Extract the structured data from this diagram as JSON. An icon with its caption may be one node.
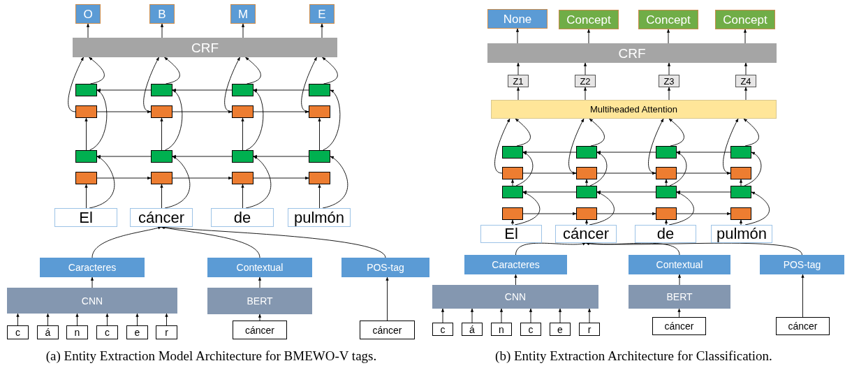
{
  "diagram": {
    "nodes": [
      {
        "text": [
          "O"
        ]
      },
      {
        "text": [
          "B"
        ]
      },
      {
        "text": [
          "M"
        ]
      },
      {
        "text": [
          "E"
        ]
      },
      {
        "text": [
          "CRF"
        ]
      },
      {
        "text": [],
        "shape": "box"
      },
      {
        "text": [],
        "shape": "box"
      },
      {
        "text": [],
        "shape": "box"
      },
      {
        "text": [],
        "shape": "box"
      },
      {
        "text": [],
        "shape": "box"
      },
      {
        "text": [],
        "shape": "box"
      },
      {
        "text": [],
        "shape": "box"
      },
      {
        "text": [],
        "shape": "box"
      },
      {
        "text": [],
        "shape": "box"
      },
      {
        "text": [],
        "shape": "box"
      },
      {
        "text": [],
        "shape": "box"
      },
      {
        "text": [],
        "shape": "box"
      },
      {
        "text": [],
        "shape": "box"
      },
      {
        "text": [],
        "shape": "box"
      },
      {
        "text": [],
        "shape": "box"
      },
      {
        "text": [],
        "shape": "box"
      },
      {
        "text": [
          "El"
        ]
      },
      {
        "text": [
          "cáncer"
        ]
      },
      {
        "text": [
          "de"
        ]
      },
      {
        "text": [
          "pulmón"
        ]
      },
      {
        "text": [
          "Caracteres"
        ]
      },
      {
        "text": [
          "Contextual"
        ]
      },
      {
        "text": [
          "POS-tag"
        ]
      },
      {
        "text": [
          "CNN"
        ]
      },
      {
        "text": [
          "BERT"
        ]
      },
      {
        "text": [
          "c"
        ]
      },
      {
        "text": [
          "á"
        ]
      },
      {
        "text": [
          "n"
        ]
      },
      {
        "text": [
          "c"
        ]
      },
      {
        "text": [
          "e"
        ]
      },
      {
        "text": [
          "r"
        ]
      },
      {
        "text": [
          "cáncer"
        ]
      },
      {
        "text": [
          "cáncer"
        ]
      },
      {
        "text": [
          "None"
        ]
      },
      {
        "text": [
          "Concept"
        ]
      },
      {
        "text": [
          "Concept"
        ]
      },
      {
        "text": [
          "Concept"
        ]
      },
      {
        "text": [
          "CRF"
        ]
      },
      {
        "text": [
          "Z1"
        ]
      },
      {
        "text": [
          "Z2"
        ]
      },
      {
        "text": [
          "Z3"
        ]
      },
      {
        "text": [
          "Z4"
        ]
      },
      {
        "text": [
          "Multiheaded Attention"
        ]
      },
      {
        "text": [],
        "shape": "box"
      },
      {
        "text": [],
        "shape": "box"
      },
      {
        "text": [],
        "shape": "box"
      },
      {
        "text": [],
        "shape": "box"
      },
      {
        "text": [],
        "shape": "box"
      },
      {
        "text": [],
        "shape": "box"
      },
      {
        "text": [],
        "shape": "box"
      },
      {
        "text": [],
        "shape": "box"
      },
      {
        "text": [],
        "shape": "box"
      },
      {
        "text": [],
        "shape": "box"
      },
      {
        "text": [],
        "shape": "box"
      },
      {
        "text": [],
        "shape": "box"
      },
      {
        "text": [],
        "shape": "box"
      },
      {
        "text": [],
        "shape": "box"
      },
      {
        "text": [],
        "shape": "box"
      },
      {
        "text": [],
        "shape": "box"
      },
      {
        "text": [
          "El"
        ]
      },
      {
        "text": [
          "cáncer"
        ]
      },
      {
        "text": [
          "de"
        ]
      },
      {
        "text": [
          "pulmón"
        ]
      },
      {
        "text": [
          "Caracteres"
        ]
      },
      {
        "text": [
          "Contextual"
        ]
      },
      {
        "text": [
          "POS-tag"
        ]
      },
      {
        "text": [
          "CNN"
        ]
      },
      {
        "text": [
          "BERT"
        ]
      },
      {
        "text": [
          "c"
        ]
      },
      {
        "text": [
          "á"
        ]
      },
      {
        "text": [
          "n"
        ]
      },
      {
        "text": [
          "c"
        ]
      },
      {
        "text": [
          "e"
        ]
      },
      {
        "text": [
          "r"
        ]
      },
      {
        "text": [
          "cáncer"
        ]
      },
      {
        "text": [
          "cáncer"
        ]
      }
    ],
    "edges": [
      {
        "from": 4,
        "to": 0,
        "arrow": "to"
      },
      {
        "from": 4,
        "to": 1,
        "arrow": "to"
      },
      {
        "from": 4,
        "to": 2,
        "arrow": "to"
      },
      {
        "from": 4,
        "to": 3,
        "arrow": "to"
      },
      {
        "from": 21,
        "to": 17,
        "arrow": "to"
      },
      {
        "from": 21,
        "to": 13,
        "arrow": "to"
      },
      {
        "from": 13,
        "to": 9,
        "arrow": "to"
      },
      {
        "from": 13,
        "to": 5,
        "arrow": "to"
      },
      {
        "from": 9,
        "to": 4,
        "arrow": "to"
      },
      {
        "from": 5,
        "to": 4,
        "arrow": "to"
      },
      {
        "from": 22,
        "to": 18,
        "arrow": "to"
      },
      {
        "from": 22,
        "to": 14,
        "arrow": "to"
      },
      {
        "from": 14,
        "to": 10,
        "arrow": "to"
      },
      {
        "from": 14,
        "to": 6,
        "arrow": "to"
      },
      {
        "from": 10,
        "to": 4,
        "arrow": "to"
      },
      {
        "from": 6,
        "to": 4,
        "arrow": "to"
      },
      {
        "from": 23,
        "to": 19,
        "arrow": "to"
      },
      {
        "from": 23,
        "to": 15,
        "arrow": "to"
      },
      {
        "from": 15,
        "to": 11,
        "arrow": "to"
      },
      {
        "from": 15,
        "to": 7,
        "arrow": "to"
      },
      {
        "from": 11,
        "to": 4,
        "arrow": "to"
      },
      {
        "from": 7,
        "to": 4,
        "arrow": "to"
      },
      {
        "from": 24,
        "to": 20,
        "arrow": "to"
      },
      {
        "from": 24,
        "to": 16,
        "arrow": "to"
      },
      {
        "from": 16,
        "to": 12,
        "arrow": "to"
      },
      {
        "from": 16,
        "to": 8,
        "arrow": "to"
      },
      {
        "from": 12,
        "to": 4,
        "arrow": "to"
      },
      {
        "from": 8,
        "to": 4,
        "arrow": "to"
      },
      {
        "from": 17,
        "to": 18,
        "arrow": "to"
      },
      {
        "from": 18,
        "to": 19,
        "arrow": "to"
      },
      {
        "from": 19,
        "to": 20,
        "arrow": "to"
      },
      {
        "from": 16,
        "to": 15,
        "arrow": "to"
      },
      {
        "from": 15,
        "to": 14,
        "arrow": "to"
      },
      {
        "from": 14,
        "to": 13,
        "arrow": "to"
      },
      {
        "from": 9,
        "to": 10,
        "arrow": "to"
      },
      {
        "from": 10,
        "to": 11,
        "arrow": "to"
      },
      {
        "from": 11,
        "to": 12,
        "arrow": "to"
      },
      {
        "from": 8,
        "to": 7,
        "arrow": "to"
      },
      {
        "from": 7,
        "to": 6,
        "arrow": "to"
      },
      {
        "from": 6,
        "to": 5,
        "arrow": "to"
      },
      {
        "from": 25,
        "to": 22,
        "arrow": "to"
      },
      {
        "from": 26,
        "to": 22,
        "arrow": "to"
      },
      {
        "from": 27,
        "to": 22,
        "arrow": "to"
      },
      {
        "from": 28,
        "to": 25,
        "arrow": "to"
      },
      {
        "from": 29,
        "to": 26,
        "arrow": "to"
      },
      {
        "from": 37,
        "to": 27,
        "arrow": "to"
      },
      {
        "from": 30,
        "to": 28,
        "arrow": "to"
      },
      {
        "from": 31,
        "to": 28,
        "arrow": "to"
      },
      {
        "from": 32,
        "to": 28,
        "arrow": "to"
      },
      {
        "from": 33,
        "to": 28,
        "arrow": "to"
      },
      {
        "from": 34,
        "to": 28,
        "arrow": "to"
      },
      {
        "from": 35,
        "to": 28,
        "arrow": "to"
      },
      {
        "from": 36,
        "to": 29,
        "arrow": "to"
      },
      {
        "from": 42,
        "to": 38,
        "arrow": "to"
      },
      {
        "from": 42,
        "to": 39,
        "arrow": "to"
      },
      {
        "from": 42,
        "to": 40,
        "arrow": "to"
      },
      {
        "from": 42,
        "to": 41,
        "arrow": "to"
      },
      {
        "from": 43,
        "to": 42,
        "arrow": "to"
      },
      {
        "from": 44,
        "to": 42,
        "arrow": "to"
      },
      {
        "from": 45,
        "to": 42,
        "arrow": "to"
      },
      {
        "from": 46,
        "to": 42,
        "arrow": "to"
      },
      {
        "from": 47,
        "to": 43,
        "arrow": "to"
      },
      {
        "from": 47,
        "to": 44,
        "arrow": "to"
      },
      {
        "from": 47,
        "to": 45,
        "arrow": "to"
      },
      {
        "from": 47,
        "to": 46,
        "arrow": "to"
      },
      {
        "from": 64,
        "to": 60,
        "arrow": "to"
      },
      {
        "from": 64,
        "to": 56,
        "arrow": "to"
      },
      {
        "from": 56,
        "to": 52,
        "arrow": "to"
      },
      {
        "from": 56,
        "to": 48,
        "arrow": "to"
      },
      {
        "from": 52,
        "to": 47,
        "arrow": "to"
      },
      {
        "from": 48,
        "to": 47,
        "arrow": "to"
      },
      {
        "from": 65,
        "to": 61,
        "arrow": "to"
      },
      {
        "from": 65,
        "to": 57,
        "arrow": "to"
      },
      {
        "from": 57,
        "to": 53,
        "arrow": "to"
      },
      {
        "from": 57,
        "to": 49,
        "arrow": "to"
      },
      {
        "from": 53,
        "to": 47,
        "arrow": "to"
      },
      {
        "from": 49,
        "to": 47,
        "arrow": "to"
      },
      {
        "from": 66,
        "to": 62,
        "arrow": "to"
      },
      {
        "from": 66,
        "to": 58,
        "arrow": "to"
      },
      {
        "from": 58,
        "to": 54,
        "arrow": "to"
      },
      {
        "from": 58,
        "to": 50,
        "arrow": "to"
      },
      {
        "from": 54,
        "to": 47,
        "arrow": "to"
      },
      {
        "from": 50,
        "to": 47,
        "arrow": "to"
      },
      {
        "from": 67,
        "to": 63,
        "arrow": "to"
      },
      {
        "from": 67,
        "to": 59,
        "arrow": "to"
      },
      {
        "from": 59,
        "to": 55,
        "arrow": "to"
      },
      {
        "from": 59,
        "to": 51,
        "arrow": "to"
      },
      {
        "from": 55,
        "to": 47,
        "arrow": "to"
      },
      {
        "from": 51,
        "to": 47,
        "arrow": "to"
      },
      {
        "from": 60,
        "to": 61,
        "arrow": "to"
      },
      {
        "from": 61,
        "to": 62,
        "arrow": "to"
      },
      {
        "from": 62,
        "to": 63,
        "arrow": "to"
      },
      {
        "from": 59,
        "to": 58,
        "arrow": "to"
      },
      {
        "from": 58,
        "to": 57,
        "arrow": "to"
      },
      {
        "from": 57,
        "to": 56,
        "arrow": "to"
      },
      {
        "from": 52,
        "to": 53,
        "arrow": "to"
      },
      {
        "from": 53,
        "to": 54,
        "arrow": "to"
      },
      {
        "from": 54,
        "to": 55,
        "arrow": "to"
      },
      {
        "from": 51,
        "to": 50,
        "arrow": "to"
      },
      {
        "from": 50,
        "to": 49,
        "arrow": "to"
      },
      {
        "from": 49,
        "to": 48,
        "arrow": "to"
      },
      {
        "from": 68,
        "to": 65,
        "arrow": "to"
      },
      {
        "from": 69,
        "to": 65,
        "arrow": "to"
      },
      {
        "from": 70,
        "to": 65,
        "arrow": "to"
      },
      {
        "from": 71,
        "to": 68,
        "arrow": "to"
      },
      {
        "from": 72,
        "to": 69,
        "arrow": "to"
      },
      {
        "from": 80,
        "to": 70,
        "arrow": "to"
      },
      {
        "from": 73,
        "to": 71,
        "arrow": "to"
      },
      {
        "from": 74,
        "to": 71,
        "arrow": "to"
      },
      {
        "from": 75,
        "to": 71,
        "arrow": "to"
      },
      {
        "from": 76,
        "to": 71,
        "arrow": "to"
      },
      {
        "from": 77,
        "to": 71,
        "arrow": "to"
      },
      {
        "from": 78,
        "to": 71,
        "arrow": "to"
      },
      {
        "from": 79,
        "to": 72,
        "arrow": "to"
      }
    ],
    "labels": [
      "(a) Entity Extraction Model Architecture for BMEWO-V tags.",
      "(b) Entity Extraction Architecture for Classification."
    ]
  }
}
